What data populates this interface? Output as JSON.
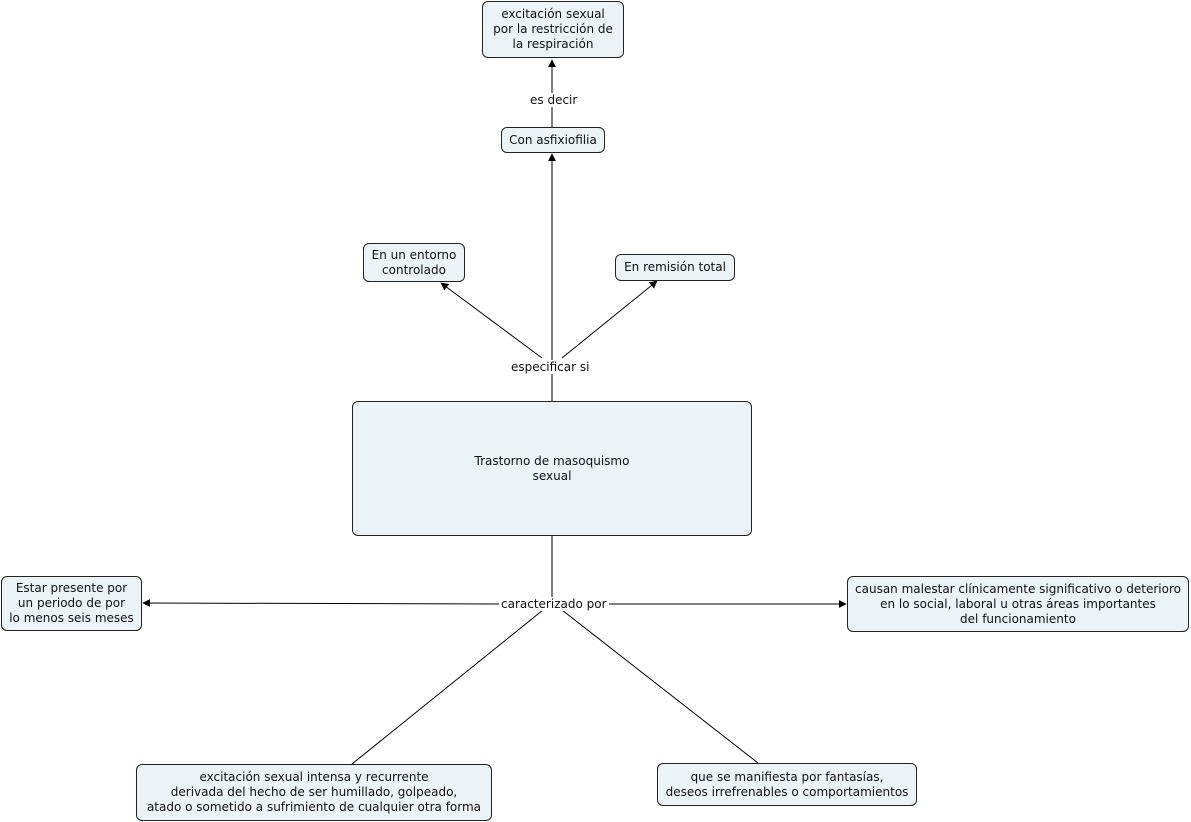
{
  "diagram": {
    "nodes": {
      "main": "Trastorno de masoquismo\nsexual",
      "asfixiofilia_def": "excitación sexual\npor la restricción de\nla respiración",
      "asfixiofilia": "Con asfixiofilia",
      "entorno": "En un entorno\ncontrolado",
      "remision": "En remisión total",
      "duracion": "Estar presente por\nun periodo de por\nlo menos seis meses",
      "malestar": "causan malestar clínicamente significativo o deterioro\nen lo social, laboral u otras áreas importantes\ndel funcionamiento",
      "excitacion": "excitación sexual intensa y recurrente\nderivada del hecho de ser humillado, golpeado,\natado o sometido a sufrimiento de cualquier otra forma",
      "manifiesta": "que se manifiesta por fantasías,\ndeseos irrefrenables o comportamientos"
    },
    "link_labels": {
      "es_decir": "es decir",
      "especificar_si": "especificar si",
      "caracterizado_por": "caracterizado por"
    }
  }
}
